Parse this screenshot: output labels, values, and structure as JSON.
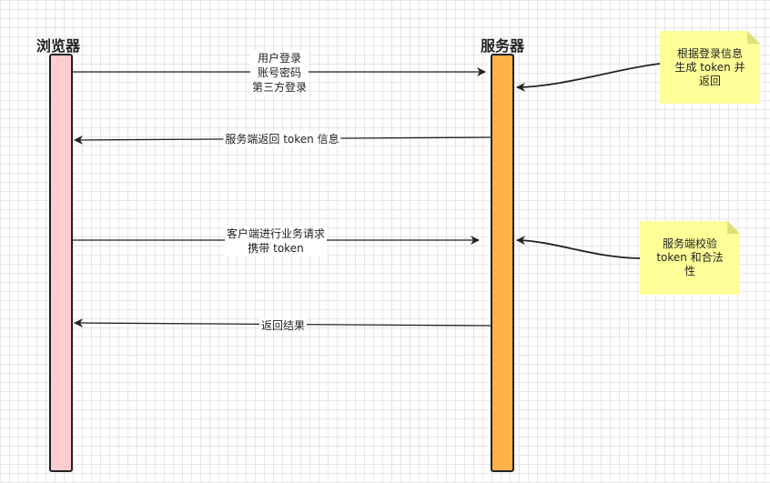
{
  "actors": {
    "browser": {
      "label": "浏览器",
      "color": "#ffccd0"
    },
    "server": {
      "label": "服务器",
      "color": "#ffb24a"
    }
  },
  "messages": [
    {
      "lines": [
        "用户登录",
        "账号密码",
        "第三方登录"
      ],
      "direction": "browser-to-server"
    },
    {
      "lines": [
        "服务端返回 token 信息"
      ],
      "direction": "server-to-browser"
    },
    {
      "lines": [
        "客户端进行业务请求",
        "携带 token"
      ],
      "direction": "browser-to-server"
    },
    {
      "lines": [
        "返回结果"
      ],
      "direction": "server-to-browser"
    }
  ],
  "notes": [
    {
      "lines": [
        "根据登录信息",
        "生成 token 并",
        "返回"
      ],
      "color": "#ffff99"
    },
    {
      "lines": [
        "服务端校验",
        "token 和合法",
        "性"
      ],
      "color": "#ffff99"
    }
  ]
}
